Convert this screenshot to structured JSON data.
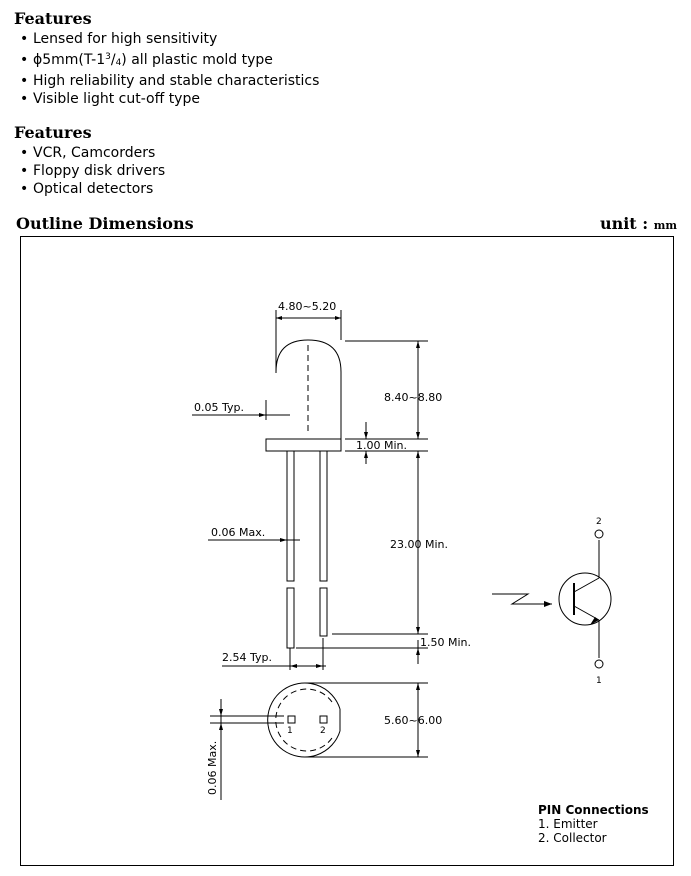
{
  "features1": {
    "title": "Features",
    "items": [
      "Lensed for high sensitivity",
      "all plastic mold type",
      "High reliability and stable characteristics",
      "Visible light cut-off type"
    ],
    "package_prefix": "ϕ5mm(T-1",
    "package_sup": "3",
    "package_slash": "/",
    "package_sub": "4",
    "package_close": ")"
  },
  "features2": {
    "title": "Features",
    "items": [
      "VCR, Camcorders",
      "Floppy disk drivers",
      "Optical detectors"
    ]
  },
  "outline": {
    "title": "Outline Dimensions",
    "unit_label": "unit : ",
    "unit_value": "mm"
  },
  "dims": {
    "lens_width": "4.80~5.20",
    "lens_height": "8.40~8.80",
    "typ_offset": "0.05 Typ.",
    "flange": "1.00 Min.",
    "lead_length": "23.00 Min.",
    "lead_max": "0.06 Max.",
    "lead_end": "1.50 Min.",
    "pitch": "2.54 Typ.",
    "base_dia": "5.60~6.00",
    "side_max": "0.06 Max.",
    "pin1": "1",
    "pin2": "2"
  },
  "symbol": {
    "top_pin": "2",
    "bottom_pin": "1"
  },
  "pins": {
    "title": "PIN Connections",
    "items": [
      "1. Emitter",
      "2. Collector"
    ]
  }
}
